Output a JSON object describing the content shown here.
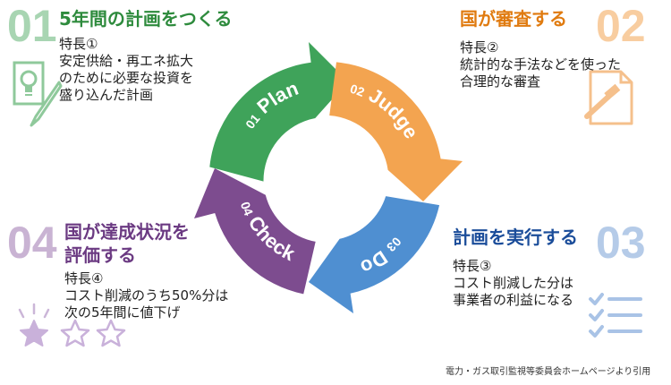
{
  "colors": {
    "plan": "#3fa35a",
    "judge": "#f3a450",
    "do": "#4f8fd1",
    "check": "#7d4c8f",
    "heading_green": "#2e8b3d",
    "heading_orange": "#e07b10",
    "heading_blue": "#1b4d9a",
    "heading_purple": "#6b3a82",
    "num_green": "#a8d5b2",
    "num_orange": "#f8cda0",
    "num_blue": "#b5cbe8",
    "num_purple": "#c9b3d3"
  },
  "cycle": {
    "plan": {
      "num": "01",
      "label": "Plan"
    },
    "judge": {
      "num": "02",
      "label": "Judge"
    },
    "do": {
      "num": "03",
      "label": "Do"
    },
    "check": {
      "num": "04",
      "label": "Check"
    }
  },
  "section01": {
    "num": "01",
    "heading": "5年間の計画をつくる",
    "feature_label": "特長①",
    "lines": [
      "安定供給・再エネ拡大",
      "のために必要な投資を",
      "盛り込んだ計画"
    ],
    "icon": "lightbulb-pencil-icon"
  },
  "section02": {
    "num": "02",
    "heading": "国が審査する",
    "feature_label": "特長②",
    "lines": [
      "統計的な手法などを使った",
      "合理的な審査"
    ],
    "icon": "document-gavel-icon"
  },
  "section03": {
    "num": "03",
    "heading": "計画を実行する",
    "feature_label": "特長③",
    "lines": [
      "コスト削減した分は",
      "事業者の利益になる"
    ],
    "icon": "checklist-icon"
  },
  "section04": {
    "num": "04",
    "heading1": "国が達成状況を",
    "heading2": "評価する",
    "feature_label": "特長④",
    "lines": [
      "コスト削減のうち50%分は",
      "次の5年間に値下げ"
    ],
    "icon": "stars-rating-icon",
    "rating": 1,
    "rating_max": 3
  },
  "source": "電力・ガス取引監視等委員会ホームページより引用"
}
